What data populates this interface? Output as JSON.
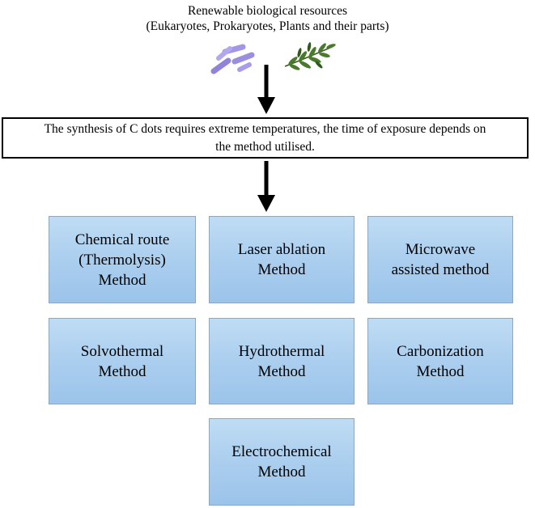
{
  "header": {
    "line1": "Renewable biological resources",
    "line2": "(Eukaryotes, Prokaryotes, Plants and their parts)"
  },
  "illustrations": {
    "left": "bacteria-illustration",
    "right": "plant-leaf-illustration"
  },
  "statement": {
    "line1": "The synthesis of C dots requires extreme temperatures, the time of exposure depends on",
    "line2": "the method utilised."
  },
  "methods": [
    {
      "line1": "Chemical route",
      "line2": "(Thermolysis)",
      "line3": "Method"
    },
    {
      "line1": "Laser ablation",
      "line2": "Method"
    },
    {
      "line1": "Microwave",
      "line2": "assisted method"
    },
    {
      "line1": "Solvothermal",
      "line2": "Method"
    },
    {
      "line1": "Hydrothermal",
      "line2": "Method"
    },
    {
      "line1": "Carbonization",
      "line2": "Method"
    },
    {
      "line1": "Electrochemical",
      "line2": "Method"
    }
  ],
  "colors": {
    "box_fill": "#a9cdee",
    "box_border": "#8aa8c4",
    "bacteria": "#9a8ee0",
    "plant": "#3d6b2a"
  }
}
